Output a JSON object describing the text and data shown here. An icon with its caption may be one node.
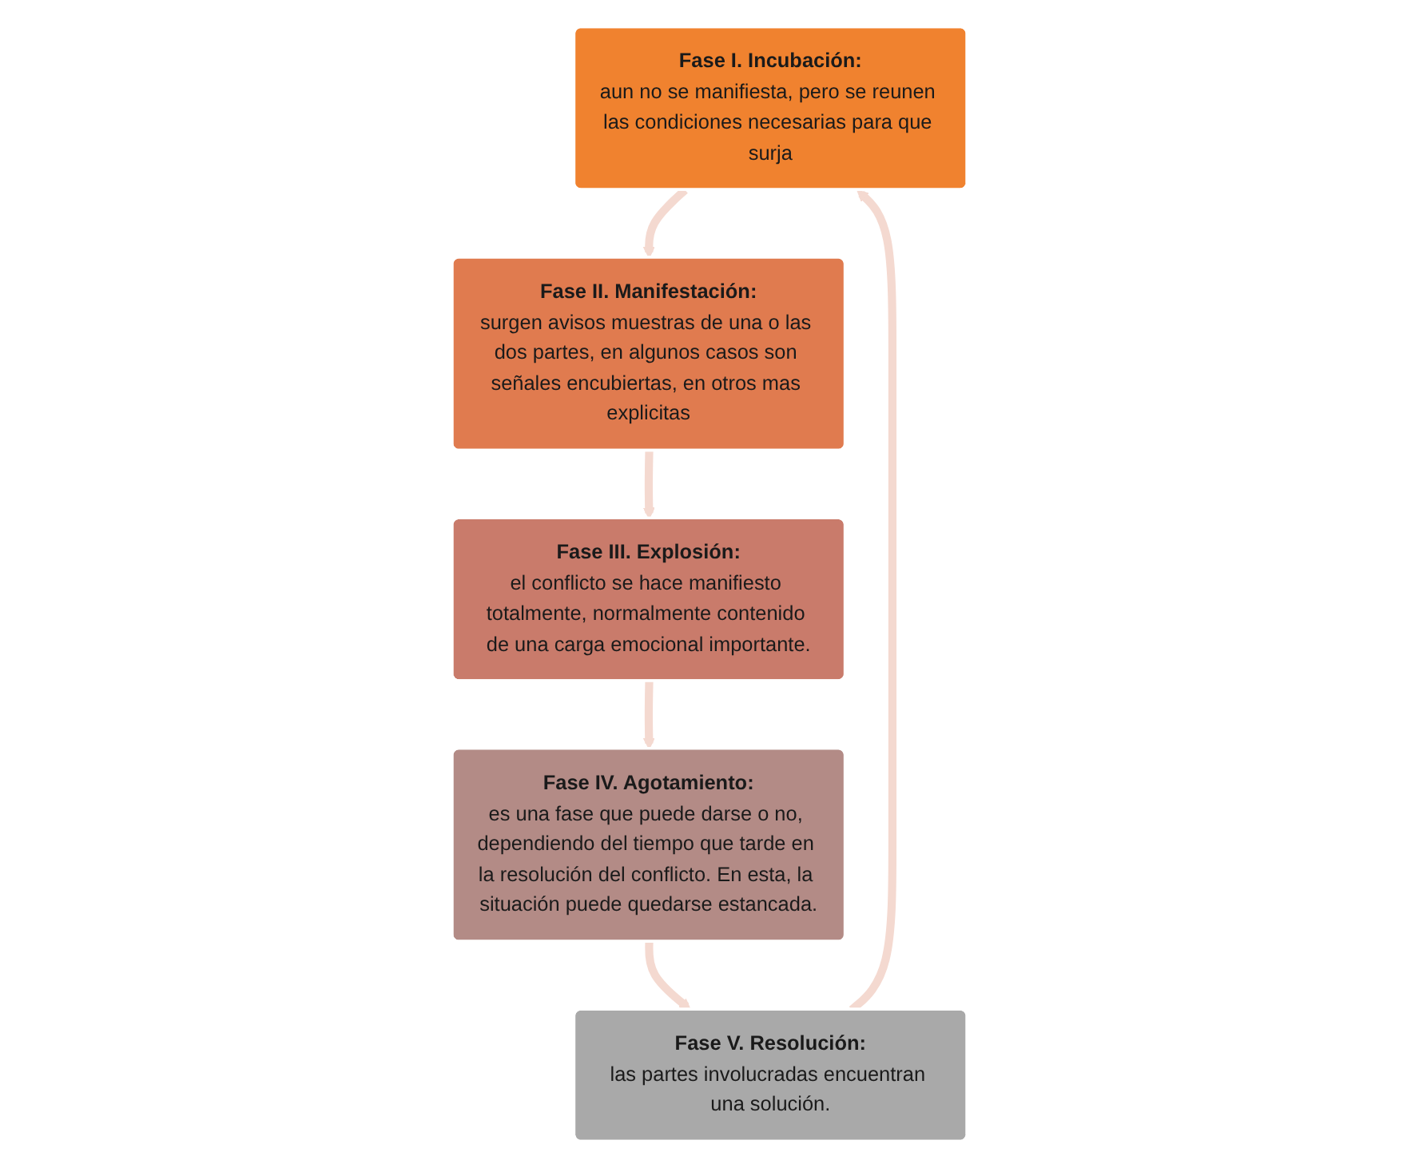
{
  "diagram": {
    "nodes": [
      {
        "text": [
          "Fase I. Incubación:",
          "aun no se manifiesta, pero se reunen las condiciones necesarias para que surja"
        ]
      },
      {
        "text": [
          "Fase II. Manifestación:",
          "surgen avisos muestras de una o las dos partes, en algunos casos son señales encubiertas, en otros mas explicitas"
        ]
      },
      {
        "text": [
          "Fase III. Explosión:",
          "el conflicto se hace manifiesto totalmente, normalmente contenido de una carga emocional importante."
        ]
      },
      {
        "text": [
          "Fase IV. Agotamiento:",
          "es una fase que puede darse o no, dependiendo del tiempo que tarde en la resolución del conflicto. En esta, la situación puede quedarse estancada."
        ]
      },
      {
        "text": [
          "Fase V. Resolución:",
          "las partes involucradas encuentran una solución."
        ]
      }
    ],
    "edges": [
      {
        "from": 0,
        "to": 1,
        "arrow": "to",
        "color": "#f4d9d0"
      },
      {
        "from": 1,
        "to": 2,
        "arrow": "to",
        "color": "#f4d9d0"
      },
      {
        "from": 2,
        "to": 3,
        "arrow": "to",
        "color": "#f4d9d0"
      },
      {
        "from": 3,
        "to": 4,
        "arrow": "to",
        "color": "#f4d9d0"
      },
      {
        "from": 4,
        "to": 0,
        "arrow": "to",
        "color": "#f4d9d0"
      }
    ]
  }
}
